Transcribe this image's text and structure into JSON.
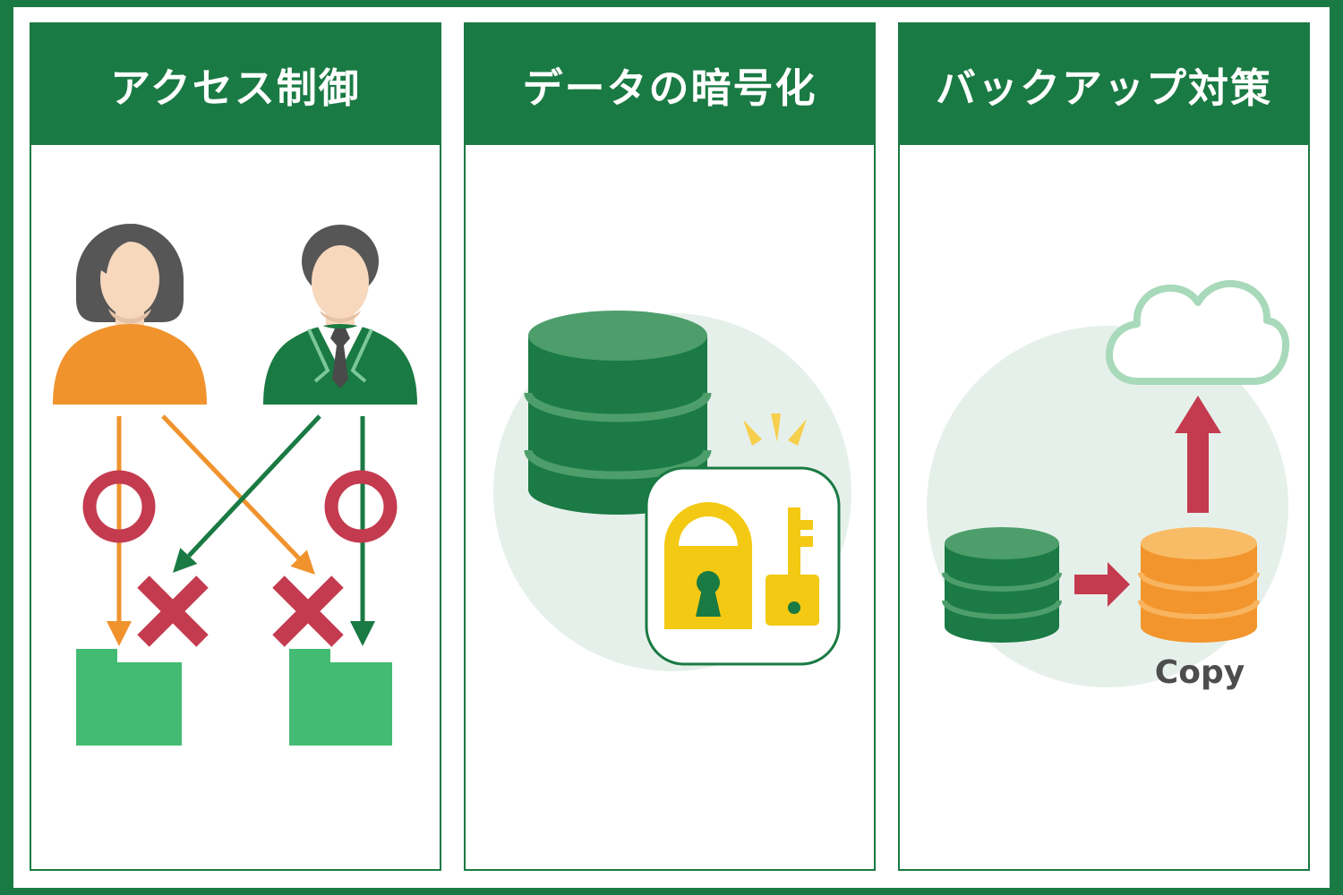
{
  "page": {
    "frame_color": "#1a7a43",
    "inner_background": "#ffffff"
  },
  "panels": [
    {
      "id": "access-control",
      "title": "アクセス制御",
      "elements": [
        "woman-user",
        "man-user",
        "allow-circle-left",
        "allow-circle-right",
        "deny-cross-left",
        "deny-cross-right",
        "folder-left",
        "folder-right"
      ]
    },
    {
      "id": "data-encryption",
      "title": "データの暗号化",
      "elements": [
        "database",
        "sparkle",
        "lock",
        "key"
      ]
    },
    {
      "id": "backup",
      "title": "バックアップ対策",
      "copy_label": "Copy",
      "elements": [
        "cloud",
        "upload-arrow",
        "source-database",
        "copy-arrow",
        "backup-database"
      ]
    }
  ],
  "colors": {
    "green_dark": "#1a7a43",
    "green_db_body": "#1b7a45",
    "green_db_top": "#4d9e6b",
    "folder_green": "#44bb73",
    "lapel_green": "#7cc79a",
    "circle_bg": "#e6f0ea",
    "cloud_stroke": "#a8d9ba",
    "skin": "#f7d8bd",
    "skin_shadow": "#e5c1a6",
    "hair_gray": "#575656",
    "orange": "#f0932d",
    "orange_db_body": "#f2952c",
    "orange_db_top": "#f9bc66",
    "yellow_lock": "#f3c913",
    "yellow_sparkle": "#f6cf4d",
    "crimson": "#c43b4f",
    "copy_text": "#4d4d4d",
    "tie_gray": "#4a4a4a"
  }
}
